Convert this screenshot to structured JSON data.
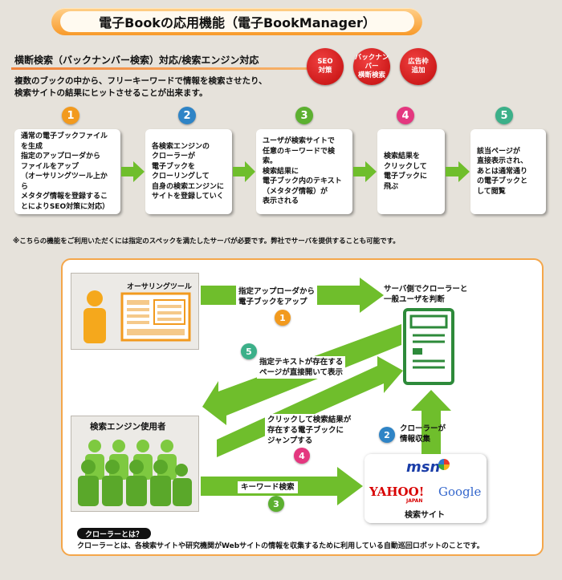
{
  "header": {
    "title": "電子Bookの応用機能（電子BookManager）"
  },
  "section": {
    "title": "横断検索（バックナンバー検索）対応/検索エンジン対応",
    "intro_line1": "複数のブックの中から、フリーキーワードで情報を検索させたり、",
    "intro_line2": "検索サイトの結果にヒットさせることが出来ます。"
  },
  "badges": [
    {
      "line1": "SEO",
      "line2": "対策"
    },
    {
      "line1": "バックナンバー",
      "line2": "横断検索"
    },
    {
      "line1": "広告枠",
      "line2": "追加"
    }
  ],
  "steps": [
    {
      "number": "1",
      "color": "#f29a1e",
      "text": "通常の電子ブックファイル\nを生成\n指定のアップローダから\nファイルをアップ\n（オーサリングツール上から\nメタタグ情報を登録するこ\nとによりSEO対策に対応）"
    },
    {
      "number": "2",
      "color": "#2f84c6",
      "text": "各検索エンジンの\nクローラーが\n電子ブックを\nクローリングして\n自身の検索エンジンに\nサイトを登録していく"
    },
    {
      "number": "3",
      "color": "#5cb030",
      "text": "ユーザが検索サイトで\n任意のキーワードで検索。\n検索結果に\n電子ブック内のテキスト\n（メタタグ情報）が\n表示される"
    },
    {
      "number": "4",
      "color": "#e4377f",
      "text": "検索結果を\nクリックして\n電子ブックに\n飛ぶ"
    },
    {
      "number": "5",
      "color": "#3cb089",
      "text": "該当ページが\n直接表示され、\nあとは通常通り\nの電子ブックと\nして閲覧"
    }
  ],
  "note": "※こちらの機能をご利用いただくには指定のスペックを満たしたサーバが必要です。弊社でサーバを提供することも可能です。",
  "diagram": {
    "authoring_tool": "オーサリングツール",
    "arrow1_text": "指定アップローダから\n電子ブックをアップ",
    "server_text": "サーバ側でクローラーと\n一般ユーザを判断",
    "arrow5_text": "指定テキストが存在する\nページが直接開いて表示",
    "search_user": "検索エンジン使用者",
    "arrow4_text": "クリックして検索結果が\n存在する電子ブックに\nジャンプする",
    "arrow2_text": "クローラーが\n情報収集",
    "arrow3_text": "キーワード検索",
    "search_site": "検索サイト",
    "logos": {
      "msn": "msn",
      "yahoo": "YAHOO!",
      "yahoo_sub": "JAPAN",
      "google": "Google"
    },
    "nums": {
      "n1": "1",
      "n2": "2",
      "n3": "3",
      "n4": "4",
      "n5": "5"
    }
  },
  "crawler": {
    "tag": "クローラーとは？",
    "desc": "クローラーとは、各検索サイトや研究機関がWebサイトの情報を収集するために利用している自動巡回ロボットのことです。"
  },
  "colors": {
    "green": "#6fbe2c",
    "orange": "#f29a1e",
    "red": "#d01212"
  }
}
